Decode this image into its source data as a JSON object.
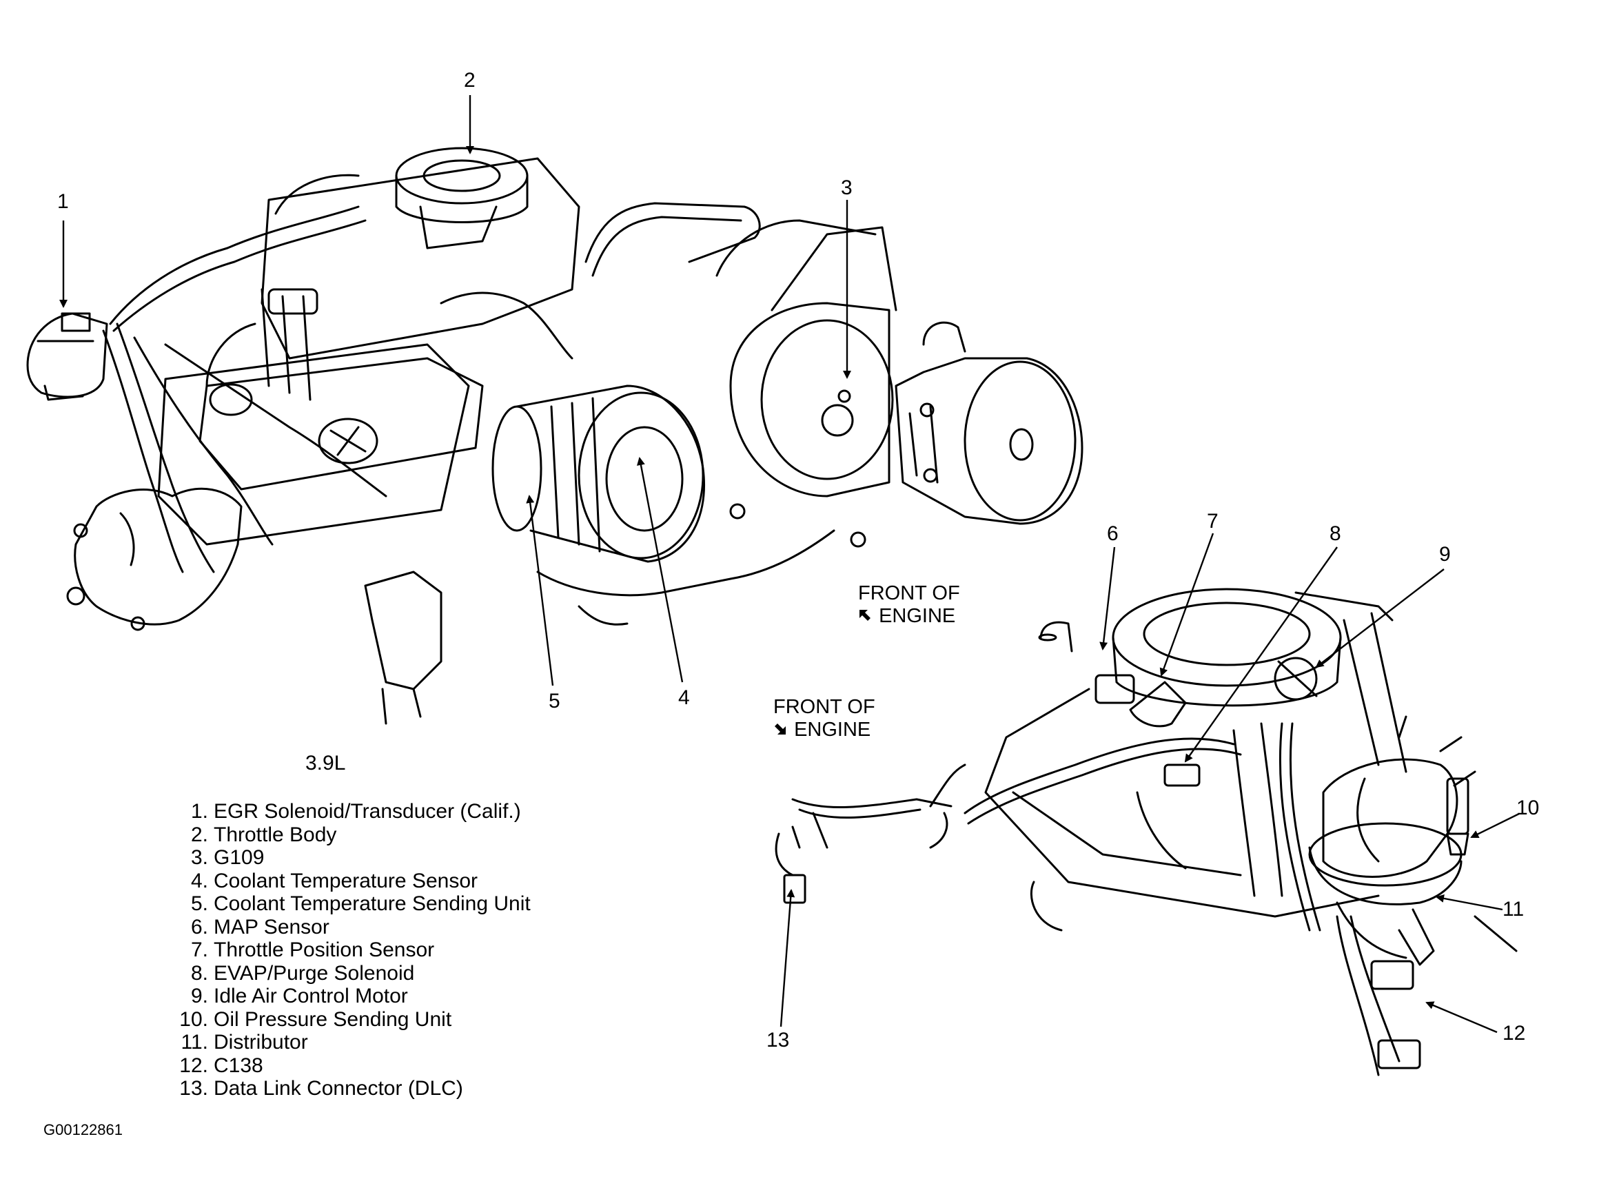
{
  "engine_label": "3.9L",
  "figure_id": "G00122861",
  "front_of_engine_left": {
    "line1": "FRONT OF",
    "line2": "ENGINE",
    "arrow_icon": "arrow-up-left"
  },
  "front_of_engine_right": {
    "line1": "FRONT OF",
    "line2": "ENGINE",
    "arrow_icon": "arrow-down-right"
  },
  "callouts": [
    "1",
    "2",
    "3",
    "4",
    "5",
    "6",
    "7",
    "8",
    "9",
    "10",
    "11",
    "12",
    "13"
  ],
  "legend": [
    {
      "num": "1.",
      "label": "EGR Solenoid/Transducer (Calif.)"
    },
    {
      "num": "2.",
      "label": "Throttle Body"
    },
    {
      "num": "3.",
      "label": "G109"
    },
    {
      "num": "4.",
      "label": "Coolant Temperature Sensor"
    },
    {
      "num": "5.",
      "label": "Coolant Temperature Sending Unit"
    },
    {
      "num": "6.",
      "label": "MAP Sensor"
    },
    {
      "num": "7.",
      "label": "Throttle Position Sensor"
    },
    {
      "num": "8.",
      "label": "EVAP/Purge Solenoid"
    },
    {
      "num": "9.",
      "label": "Idle Air Control Motor"
    },
    {
      "num": "10.",
      "label": "Oil Pressure Sending Unit"
    },
    {
      "num": "11.",
      "label": "Distributor"
    },
    {
      "num": "12.",
      "label": "C138"
    },
    {
      "num": "13.",
      "label": "Data Link Connector (DLC)"
    }
  ],
  "colors": {
    "ink": "#000000",
    "paper": "#ffffff"
  }
}
